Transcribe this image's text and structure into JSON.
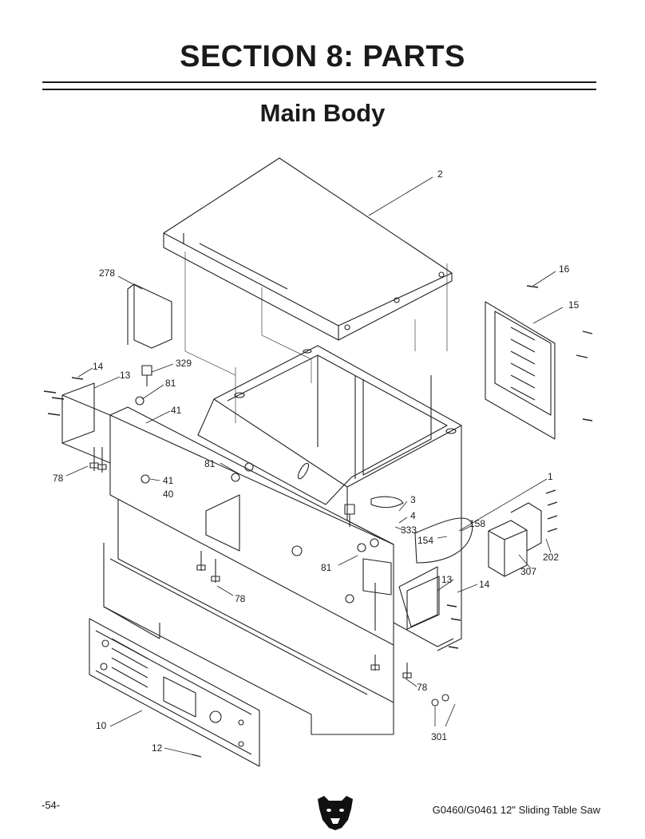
{
  "header": {
    "section_title": "SECTION 8: PARTS",
    "subtitle": "Main Body"
  },
  "parts": [
    "2",
    "278",
    "16",
    "15",
    "14",
    "13",
    "329",
    "81",
    "41",
    "41",
    "40",
    "81",
    "78",
    "1",
    "3",
    "4",
    "333",
    "158",
    "154",
    "202",
    "307",
    "81",
    "13",
    "14",
    "78",
    "78",
    "10",
    "12",
    "301"
  ],
  "footer": {
    "page_number": "-54-",
    "model": "G0460/G0461 12\" Sliding Table Saw",
    "logo_icon": "grizzly-bear-logo-icon"
  }
}
